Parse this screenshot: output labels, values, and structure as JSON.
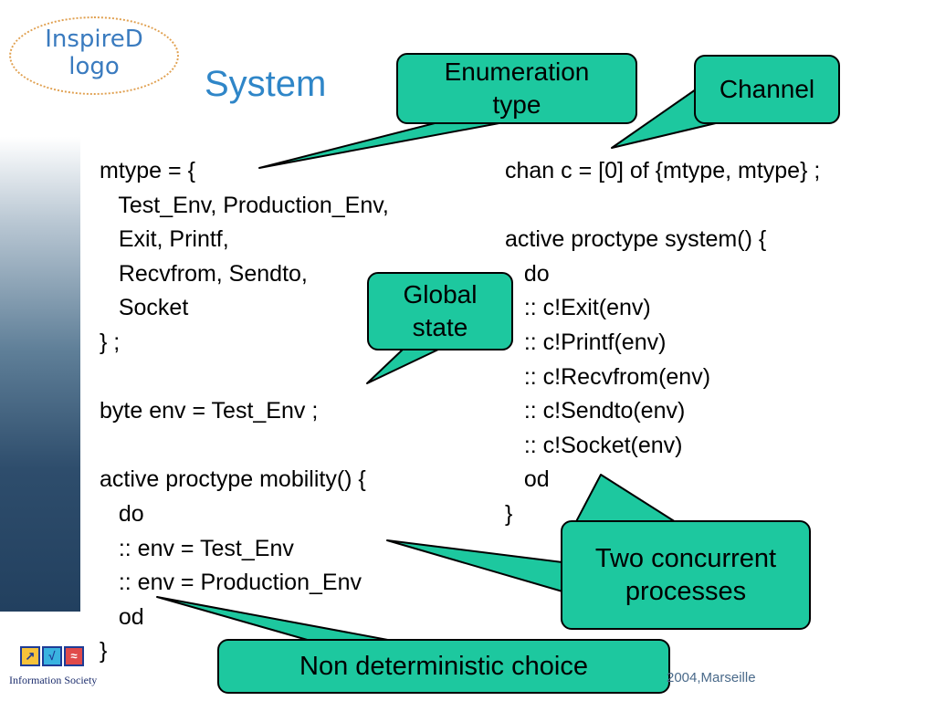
{
  "logo": {
    "line1": "InspireD",
    "line2": "logo"
  },
  "title": "System",
  "code_left": "mtype = {\n   Test_Env, Production_Env,\n   Exit, Printf,\n   Recvfrom, Sendto,\n   Socket\n} ;\n\nbyte env = Test_Env ;\n\nactive proctype mobility() {\n   do\n   :: env = Test_Env\n   :: env = Production_Env\n   od\n}",
  "code_right": "chan c = [0] of {mtype, mtype} ;\n\nactive proctype system() {\n   do\n   :: c!Exit(env)\n   :: c!Printf(env)\n   :: c!Recvfrom(env)\n   :: c!Sendto(env)\n   :: c!Socket(env)\n   od\n}",
  "callouts": {
    "enumeration": {
      "line1": "Enumeration",
      "line2": "type"
    },
    "channel": "Channel",
    "global_state": {
      "line1": "Global",
      "line2": "state"
    },
    "two_processes": {
      "line1": "Two concurrent",
      "line2": "processes"
    },
    "non_deterministic": "Non deterministic choice"
  },
  "footer": {
    "text": "2004,Marseille",
    "logo_caption": "Information Society",
    "logo_glyphs": [
      "↗",
      "√",
      "≈"
    ]
  },
  "colors": {
    "callout_fill": "#1dc89f",
    "title": "#2f86c8",
    "logo_text": "#3a7bbf",
    "logo_border": "#e0a050"
  }
}
